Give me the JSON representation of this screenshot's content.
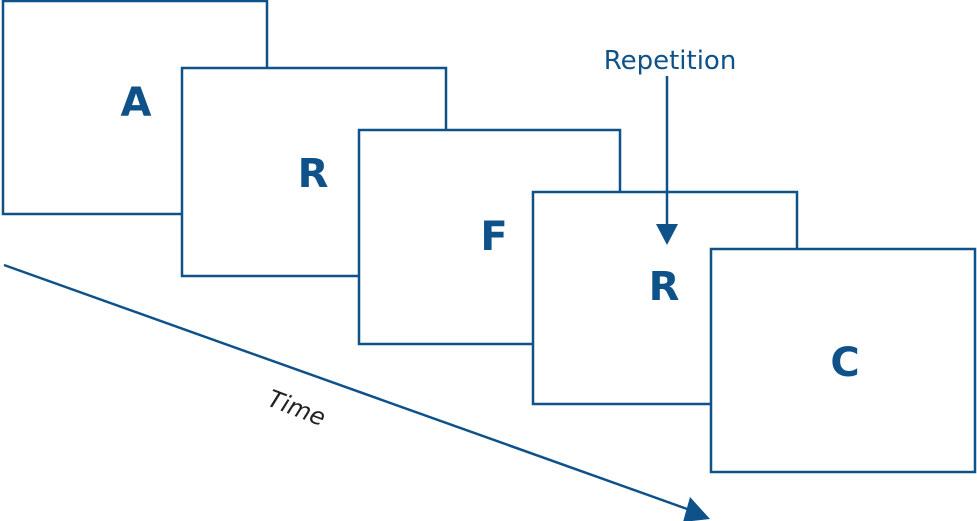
{
  "colors": {
    "primary": "#0e5289",
    "background": "#ffffff",
    "time_label": "#222222"
  },
  "frames": [
    {
      "letter": "A"
    },
    {
      "letter": "R"
    },
    {
      "letter": "F"
    },
    {
      "letter": "R"
    },
    {
      "letter": "C"
    }
  ],
  "annotations": {
    "repetition": "Repetition",
    "time": "Time"
  }
}
